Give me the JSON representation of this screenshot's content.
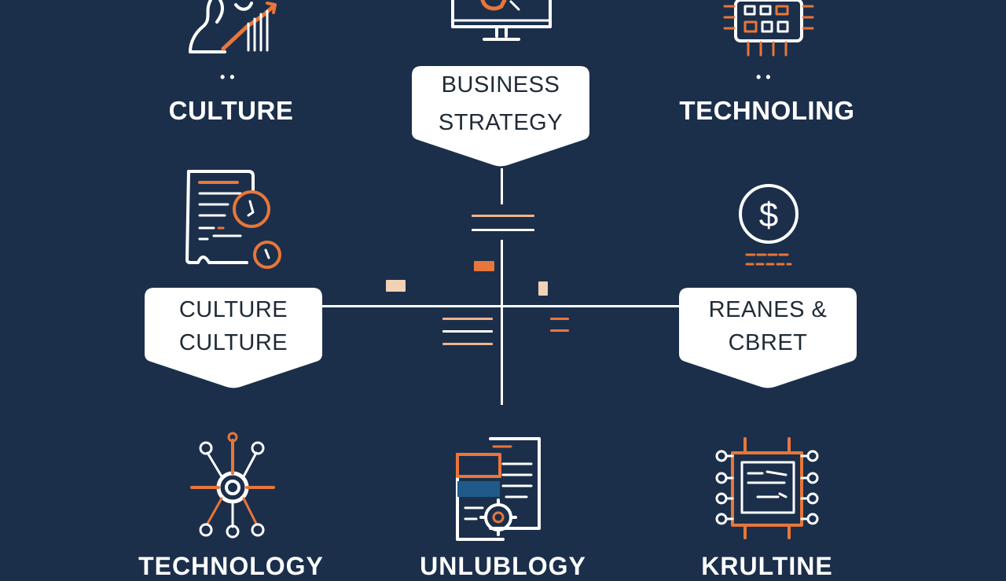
{
  "nodes": {
    "top_left": {
      "label": "CULTURE",
      "dots": "••"
    },
    "top_center": {
      "line1": "BUSINESS",
      "line2": "STRATEGY"
    },
    "top_right": {
      "label": "TECHNOLING",
      "dots": "••"
    },
    "mid_left": {
      "line1": "CULTURE",
      "line2": "CULTURE"
    },
    "mid_right": {
      "line1": "REANES &",
      "line2": "CBRET"
    },
    "bottom_left": {
      "label": "TECHNOLOGY"
    },
    "bottom_center": {
      "label": "UNLUBLOGY"
    },
    "bottom_right": {
      "label": "KRULTINE"
    }
  },
  "icons": {
    "top_left": "person-chart-icon",
    "top_center": "monitor-icon",
    "top_right": "chip-icon",
    "mid_left": "document-clock-icon",
    "mid_right": "dollar-coin-icon",
    "bottom_left": "network-hub-icon",
    "bottom_center": "documents-gear-icon",
    "bottom_right": "circuit-board-icon"
  },
  "colors": {
    "background": "#1b2f4b",
    "accent": "#e8763a",
    "line": "#ffffff",
    "banner_fill": "#ffffff",
    "banner_text": "#1f2a36"
  }
}
